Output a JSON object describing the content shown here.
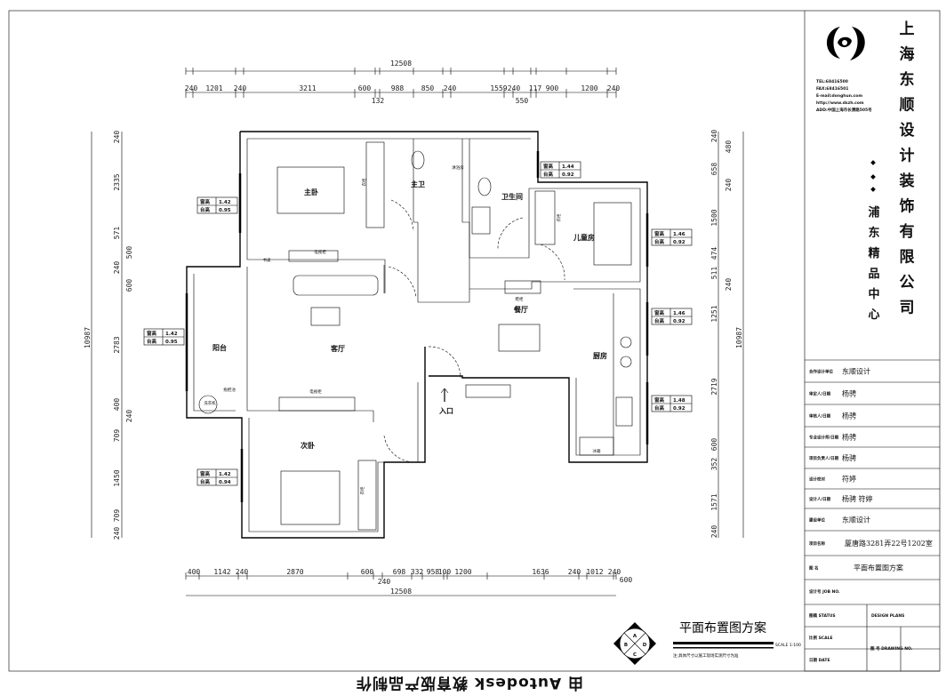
{
  "company": {
    "name_chars": [
      "上",
      "海",
      "东",
      "顺",
      "设",
      "计",
      "装",
      "饰",
      "有",
      "限",
      "公",
      "司"
    ],
    "branch_chars": [
      "浦",
      "东",
      "精",
      "品",
      "中",
      "心"
    ],
    "contact": [
      "TEL:68416500",
      "FAX:68416501",
      "E-mail:donghun.com",
      "http://www.dszh.com",
      "ADD:中国上海市长清路505号"
    ]
  },
  "title_block": {
    "rows": [
      {
        "label": "合作设计单位",
        "value": "东顺设计"
      },
      {
        "label": "审定人/日期",
        "value": "杨骋"
      },
      {
        "label": "审核人/日期",
        "value": "杨骋"
      },
      {
        "label": "专业设计师/日期",
        "value": "杨骋"
      },
      {
        "label": "项目负责人/日期",
        "value": "杨骋"
      },
      {
        "label": "设计校对",
        "value": "符婷"
      },
      {
        "label": "设计人/日期",
        "value": "杨骋    符婷"
      },
      {
        "label": "建设单位",
        "value": "东顺设计"
      },
      {
        "label": "项目名称",
        "value": "厦唐路3281弄22号1202室"
      },
      {
        "label": "图  名",
        "value": "平面布置图方案"
      }
    ],
    "job_no_label": "设计号 JOB NO.",
    "status_label": "图稿 STATUS",
    "status_value": "DESIGN PLANS",
    "scale_label": "比例 SCALE",
    "date_label": "日期 DATE",
    "drawing_no_label": "图 号 DRAWING NO."
  },
  "drawing": {
    "title": "平面布置图方案",
    "scale": "SCALE  1:100",
    "note": "注:具体尺寸以施工现场实测尺寸为准",
    "compass": [
      "A",
      "B",
      "C",
      "D"
    ],
    "watermark": "由 Autodesk 教育版产品制作"
  },
  "rooms": [
    "主卧",
    "主卫",
    "卫生间",
    "儿童房",
    "餐厅",
    "客厅",
    "阳台",
    "厨房",
    "次卧",
    "入口"
  ],
  "fixtures": [
    "书桌",
    "电视柜",
    "衣柜",
    "淋浴房",
    "鞋柜",
    "电视柜",
    "洗衣机",
    "拖把池",
    "衣柜",
    "衣柜",
    "冰箱"
  ],
  "windows": [
    {
      "h_label": "窗高",
      "h": "1.42",
      "s_label": "台高",
      "s": "0.95"
    },
    {
      "h_label": "窗高",
      "h": "1.42",
      "s_label": "台高",
      "s": "0.95"
    },
    {
      "h_label": "窗高",
      "h": "1.42",
      "s_label": "台高",
      "s": "0.94"
    },
    {
      "h_label": "窗高",
      "h": "1.44",
      "s_label": "台高",
      "s": "0.92"
    },
    {
      "h_label": "窗高",
      "h": "1.46",
      "s_label": "台高",
      "s": "0.92"
    },
    {
      "h_label": "窗高",
      "h": "1.46",
      "s_label": "台高",
      "s": "0.92"
    },
    {
      "h_label": "窗高",
      "h": "1.48",
      "s_label": "台高",
      "s": "0.92"
    }
  ],
  "dimensions": {
    "top_total": "12508",
    "top": [
      "240",
      "1201",
      "240",
      "3211",
      "600",
      "132",
      "988",
      "850",
      "240",
      "1559",
      "240",
      "550",
      "117",
      "900",
      "1200",
      "240"
    ],
    "bottom_total": "12508",
    "bottom": [
      "400",
      "1142",
      "240",
      "2870",
      "600",
      "240",
      "698",
      "332",
      "958",
      "100",
      "1200",
      "1636",
      "240",
      "1012",
      "600",
      "240"
    ],
    "left_total": "10987",
    "left": [
      "240",
      "2335",
      "571",
      "500",
      "240",
      "600",
      "2783",
      "400",
      "240",
      "709",
      "1450",
      "709",
      "240"
    ],
    "right_total": "10987",
    "right": [
      "240",
      "480",
      "658",
      "240",
      "1500",
      "474",
      "511",
      "240",
      "1251",
      "2719",
      "600",
      "352",
      "1571",
      "240"
    ]
  }
}
